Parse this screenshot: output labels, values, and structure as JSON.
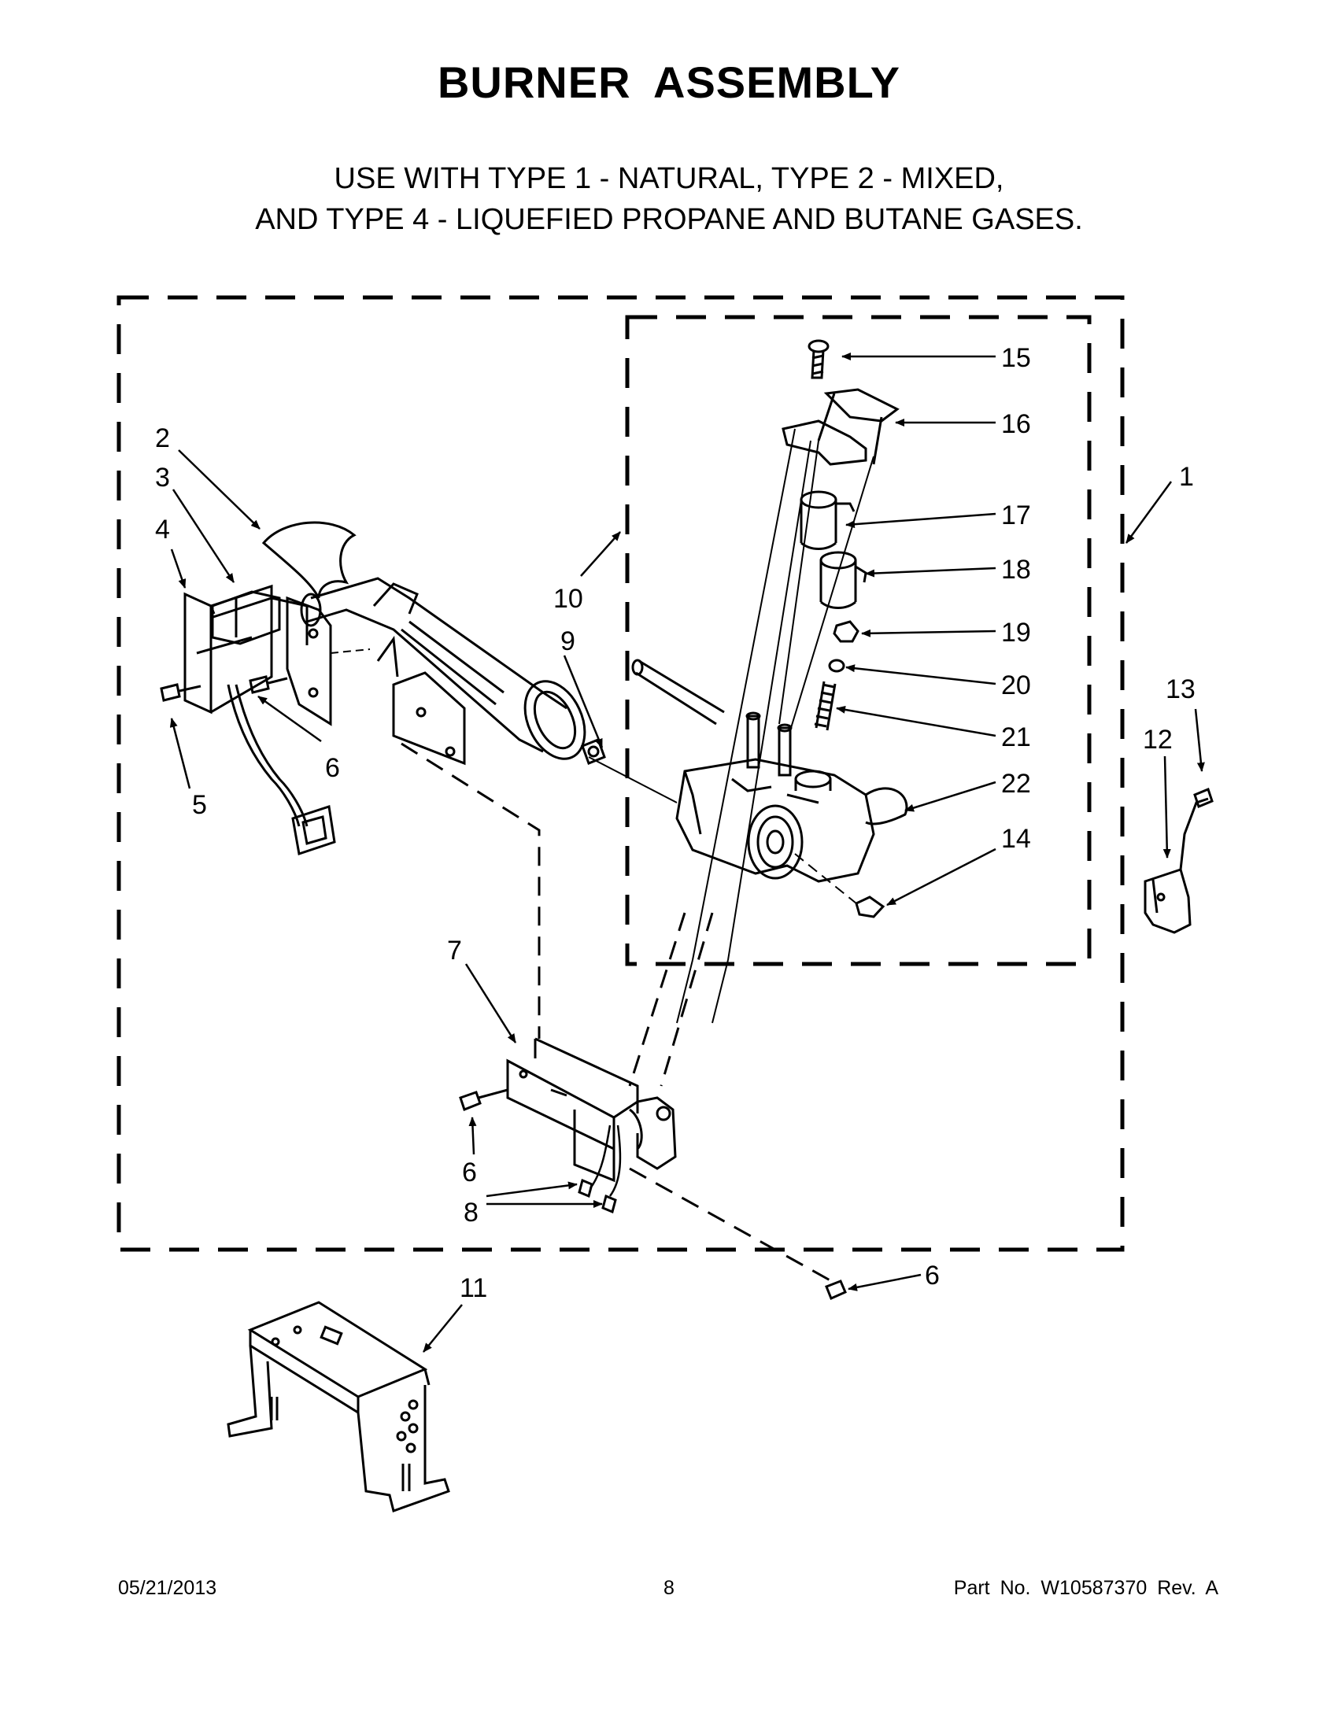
{
  "page": {
    "title": "BURNER ASSEMBLY",
    "subtitle_line1": "USE WITH TYPE 1 - NATURAL, TYPE 2 - MIXED,",
    "subtitle_line2": "AND TYPE 4 - LIQUEFIED PROPANE AND BUTANE GASES."
  },
  "callouts": {
    "c1": "1",
    "c2": "2",
    "c3": "3",
    "c4": "4",
    "c5": "5",
    "c6a": "6",
    "c6b": "6",
    "c6c": "6",
    "c7": "7",
    "c8": "8",
    "c9": "9",
    "c10": "10",
    "c11": "11",
    "c12": "12",
    "c13": "13",
    "c14": "14",
    "c15": "15",
    "c16": "16",
    "c17": "17",
    "c18": "18",
    "c19": "19",
    "c20": "20",
    "c21": "21",
    "c22": "22"
  },
  "footer": {
    "date": "05/21/2013",
    "page_number": "8",
    "part_number": "Part No.  W10587370  Rev.  A"
  }
}
